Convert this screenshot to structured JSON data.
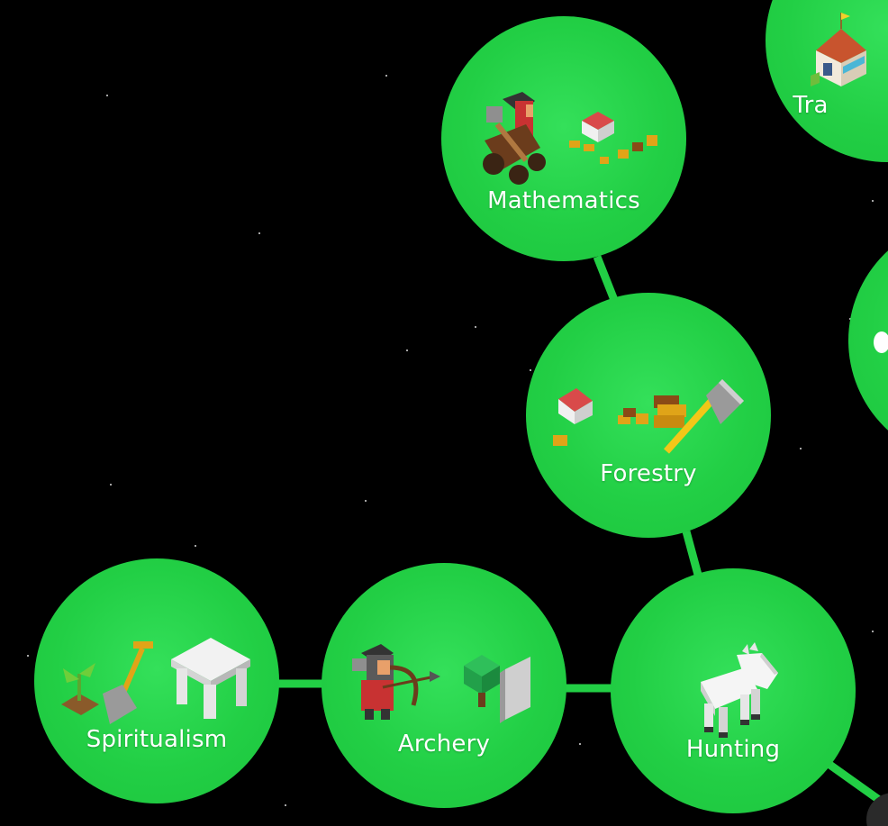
{
  "tech_tree": {
    "nodes": [
      {
        "id": "mathematics",
        "label": "Mathematics",
        "state": "researched"
      },
      {
        "id": "forestry",
        "label": "Forestry",
        "state": "researched"
      },
      {
        "id": "hunting",
        "label": "Hunting",
        "state": "researched"
      },
      {
        "id": "archery",
        "label": "Archery",
        "state": "researched"
      },
      {
        "id": "spiritualism",
        "label": "Spiritualism",
        "state": "researched"
      },
      {
        "id": "trade",
        "label": "Tra",
        "state": "researched"
      }
    ]
  },
  "colors": {
    "background": "#000000",
    "node_fill": "#22cf45",
    "link": "#22cf45",
    "label": "#ffffff"
  }
}
